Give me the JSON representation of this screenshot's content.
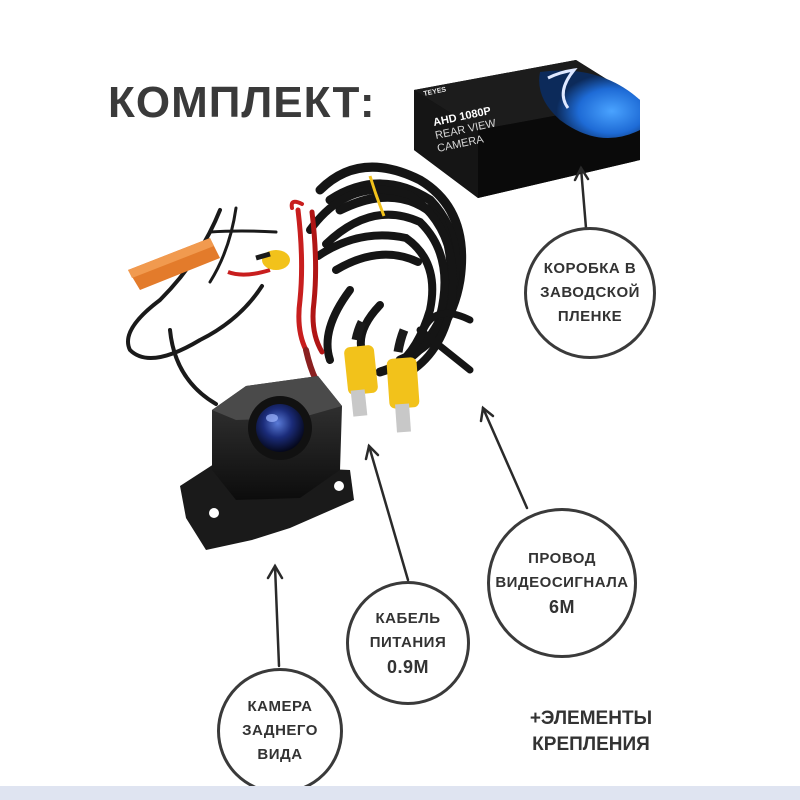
{
  "heading": "КОМПЛЕКТ:",
  "package": {
    "brand": "TEYES",
    "model_line1": "AHD 1080P",
    "model_line2": "REAR VIEW",
    "model_line3": "CAMERA"
  },
  "callouts": {
    "box": {
      "lines": [
        "КОРОБКА В",
        "ЗАВОДСКОЙ",
        "ПЛЕНКЕ"
      ]
    },
    "video_cable": {
      "lines": [
        "ПРОВОД",
        "ВИДЕОСИГНАЛА",
        "6М"
      ]
    },
    "power_cable": {
      "lines": [
        "КАБЕЛЬ",
        "ПИТАНИЯ",
        "0.9М"
      ]
    },
    "camera": {
      "lines": [
        "КАМЕРА",
        "ЗАДНЕГО",
        "ВИДА"
      ]
    }
  },
  "extras": {
    "line1": "+ЭЛЕМЕНТЫ",
    "line2": "КРЕПЛЕНИЯ"
  },
  "colors": {
    "text": "#333333",
    "heading": "#3a3a3a",
    "box_black": "#141414",
    "box_blue": "#1e6bd6",
    "cable_black": "#1a1a1a",
    "rca_yellow": "#f2c21b",
    "cable_red": "#c81e1e",
    "orange_shrink": "#e37b2b"
  }
}
